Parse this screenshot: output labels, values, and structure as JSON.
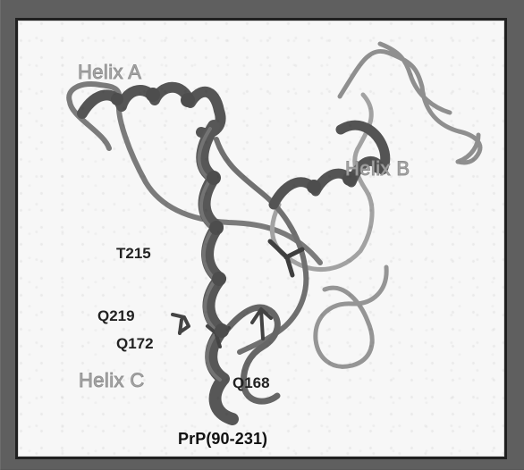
{
  "figure": {
    "labels": {
      "helix_a": "Helix A",
      "helix_b": "Helix B",
      "helix_c": "Helix C",
      "t215": "T215",
      "q219": "Q219",
      "q172": "Q172",
      "q168": "Q168",
      "caption": "PrP(90-231)"
    },
    "colors": {
      "background": "#f7f7f7",
      "border": "#202020",
      "ribbon_dark": "#585858",
      "ribbon_mid": "#7a7a7a",
      "ribbon_light": "#a2a2a2",
      "helix_label": "#a9a9a9",
      "residue_label": "#222222",
      "caption": "#111111"
    }
  }
}
